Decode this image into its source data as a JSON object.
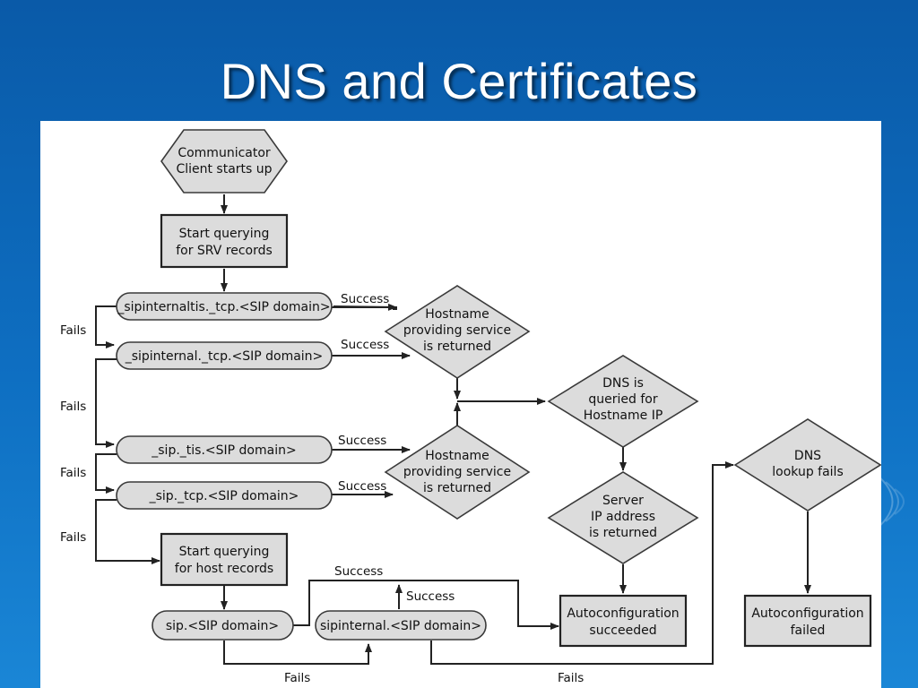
{
  "title": "DNS and Certificates",
  "nodes": {
    "start": [
      "Communicator",
      "Client starts up"
    ],
    "query_srv": [
      "Start querying",
      "for SRV records"
    ],
    "srv1": "_sipinternaltis._tcp.<SIP domain>",
    "srv2": "_sipinternal._tcp.<SIP domain>",
    "srv3": "_sip._tis.<SIP domain>",
    "srv4": "_sip._tcp.<SIP domain>",
    "hostname1": [
      "Hostname",
      "providing service",
      "is returned"
    ],
    "hostname2": [
      "Hostname",
      "providing service",
      "is returned"
    ],
    "dns_query": [
      "DNS is",
      "queried for",
      "Hostname IP"
    ],
    "server_ip": [
      "Server",
      "IP address",
      "is returned"
    ],
    "dns_fail": [
      "DNS",
      "lookup fails"
    ],
    "query_host": [
      "Start querying",
      "for host records"
    ],
    "host1": "sip.<SIP domain>",
    "host2": "sipinternal.<SIP domain>",
    "auto_ok": [
      "Autoconfiguration",
      "succeeded"
    ],
    "auto_fail": [
      "Autoconfiguration",
      "failed"
    ]
  },
  "edge_labels": {
    "success": "Success",
    "fails": "Fails"
  }
}
